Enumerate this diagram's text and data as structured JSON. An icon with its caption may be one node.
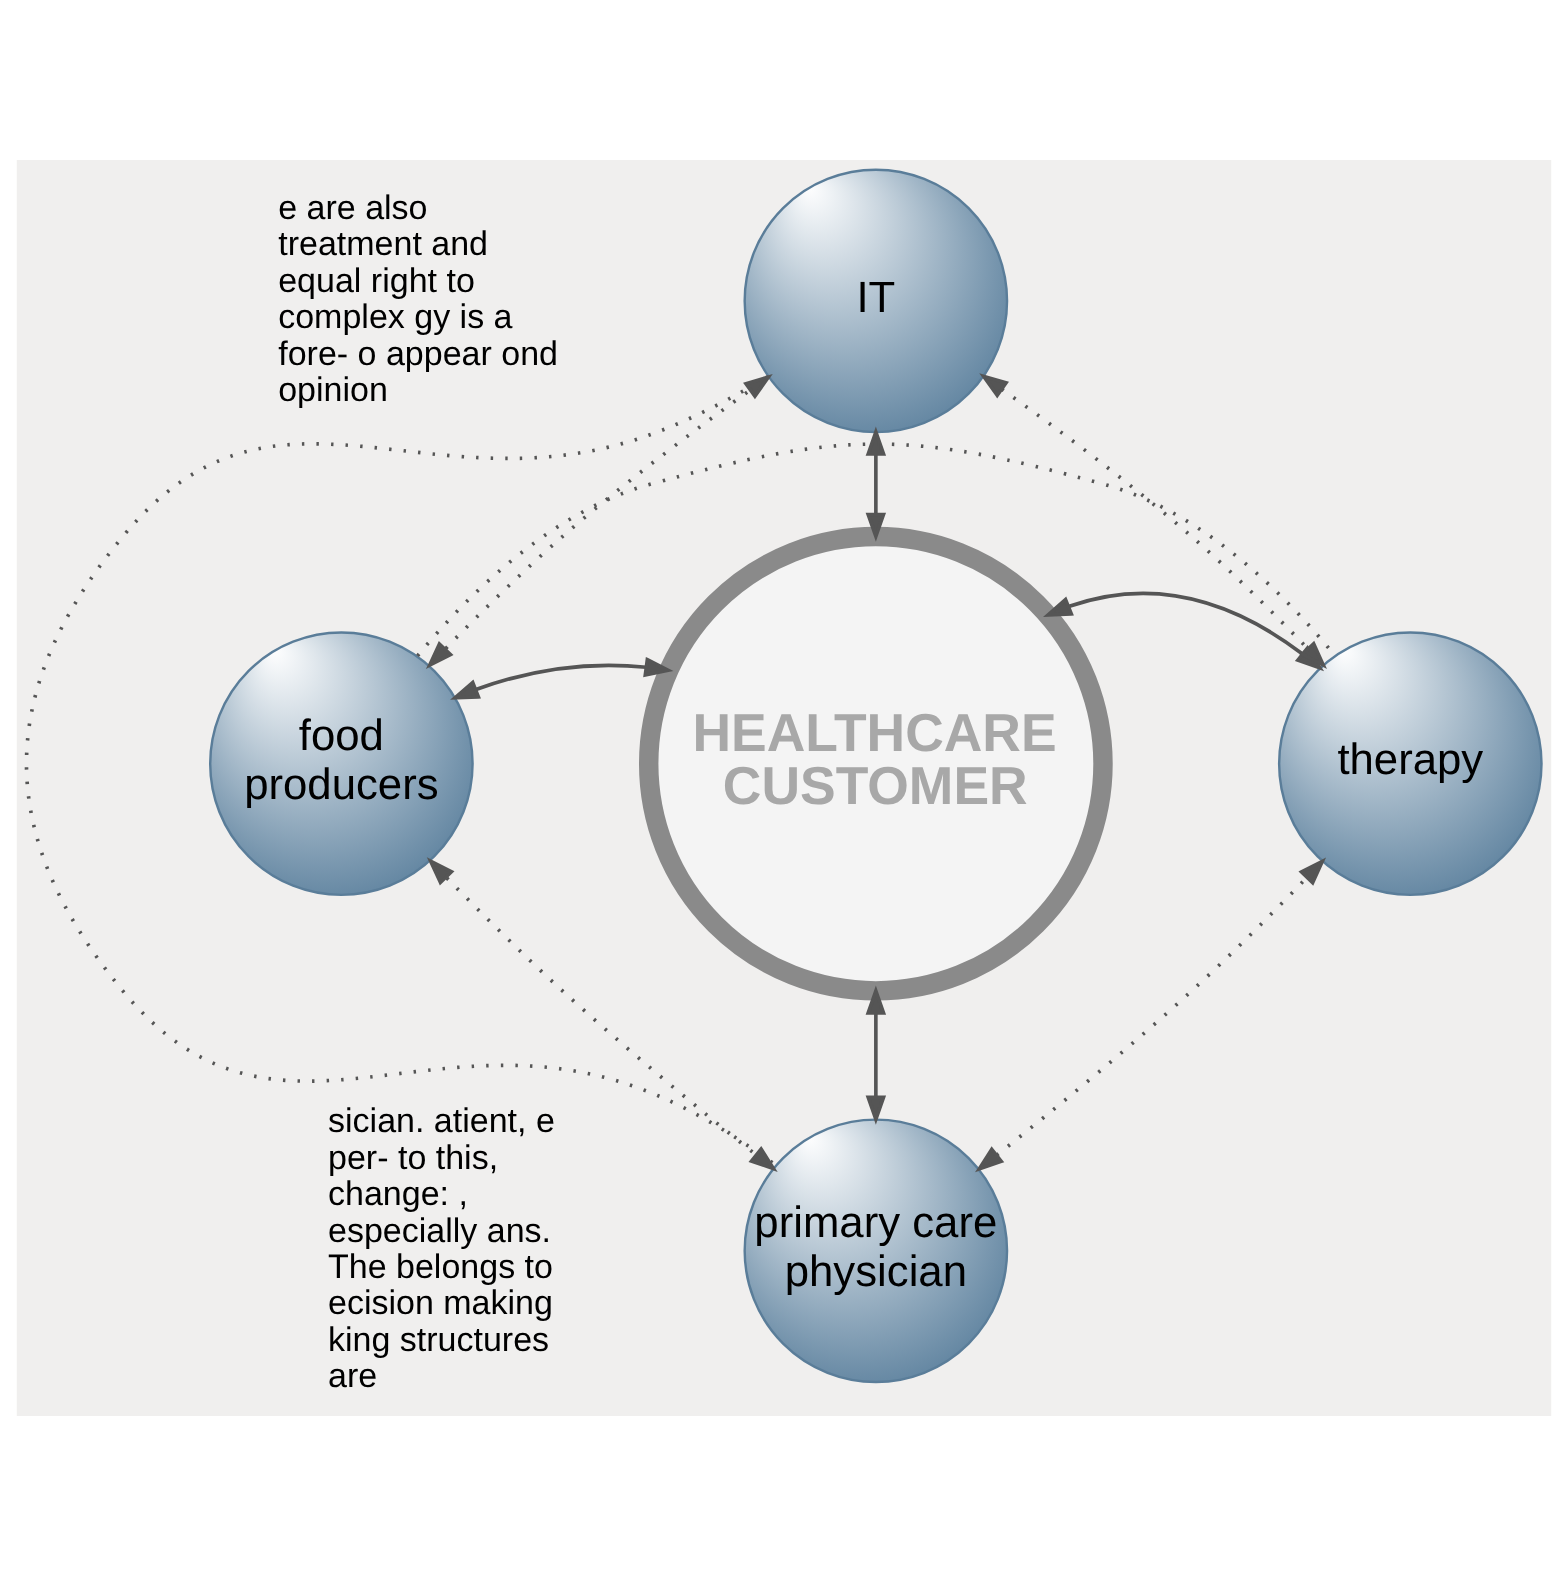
{
  "diagram": {
    "nodes": [
      {
        "text": [
          "HEALTHCARE CUSTOMER"
        ]
      },
      {
        "text": [
          "IT"
        ]
      },
      {
        "text": [
          "food producers"
        ]
      },
      {
        "text": [
          "therapy"
        ]
      },
      {
        "text": [
          "primary care physician"
        ]
      }
    ],
    "edges": [
      {
        "from": 0,
        "to": 1,
        "arrow": "both"
      },
      {
        "from": 0,
        "to": 2,
        "arrow": "both"
      },
      {
        "from": 0,
        "to": 3,
        "arrow": "both"
      },
      {
        "from": 0,
        "to": 4,
        "arrow": "both"
      },
      {
        "from": 2,
        "to": 1,
        "arrow": "both",
        "style": "dashed"
      },
      {
        "from": 1,
        "to": 3,
        "arrow": "both",
        "style": "dashed"
      },
      {
        "from": 4,
        "to": 3,
        "arrow": "both",
        "style": "dashed"
      },
      {
        "from": 2,
        "to": 4,
        "arrow": "both",
        "style": "dashed"
      },
      {
        "from": 2,
        "to": 3,
        "arrow": "none",
        "style": "dashed"
      },
      {
        "from": 1,
        "to": 4,
        "arrow": "none",
        "style": "dashed"
      }
    ],
    "labels": [
      "e are also treatment and equal right to complex gy is a fore- o appear ond opinion",
      "sician. atient, e per- to this, change: , especially ans. The belongs to ecision making king structures are"
    ]
  }
}
